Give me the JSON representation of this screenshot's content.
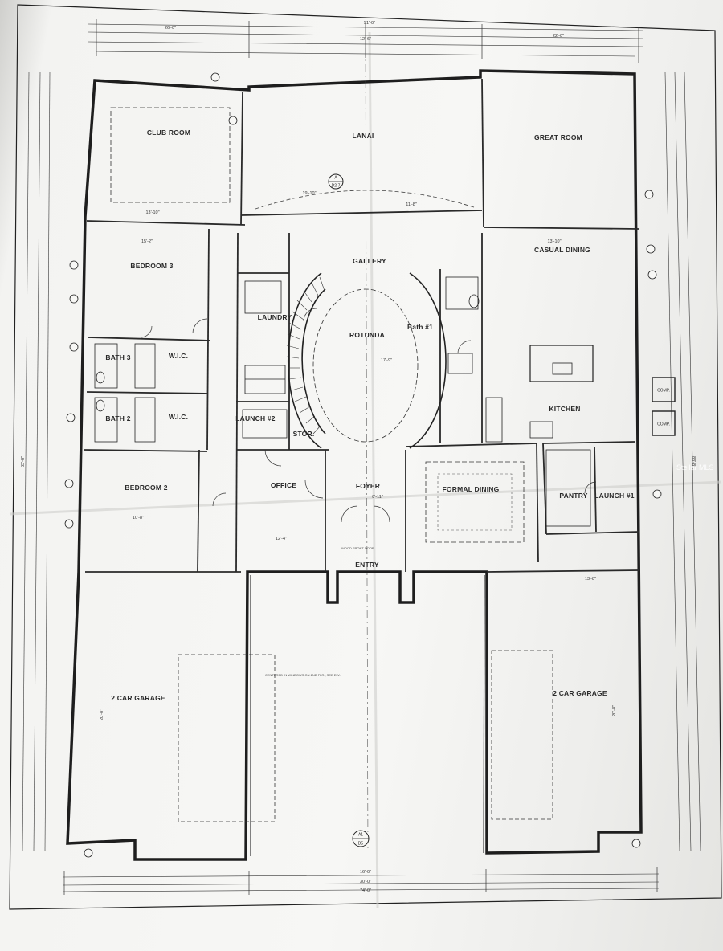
{
  "rooms": {
    "club_room": "CLUB ROOM",
    "lanai": "LANAI",
    "great_room": "GREAT ROOM",
    "bedroom3": "BEDROOM 3",
    "gallery": "GALLERY",
    "casual_dining": "CASUAL DINING",
    "laundry": "LAUNDRY",
    "rotunda": "ROTUNDA",
    "bath1": "Bath #1",
    "bath3": "BATH 3",
    "wic_top": "W.I.C.",
    "bath2": "BATH 2",
    "wic_bottom": "W.I.C.",
    "launch2": "LAUNCH #2",
    "kitchen": "KITCHEN",
    "stor": "STOR.",
    "bedroom2": "BEDROOM 2",
    "office": "OFFICE",
    "foyer": "FOYER",
    "formal_dining": "FORMAL DINING",
    "pantry": "PANTRY",
    "launch1": "LAUNCH #1",
    "entry": "ENTRY",
    "garage_left": "2 CAR GARAGE",
    "garage_right": "2 CAR GARAGE"
  },
  "dimensions": {
    "top_overall": "51'-0\"",
    "top_left": "26'-0\"",
    "top_center": "12'-6\"",
    "top_right": "22'-0\"",
    "bottom_overall": "74'-0\"",
    "bottom_center": "30'-0\"",
    "bottom_mid": "16'-0\"",
    "left_overall": "83'-8\"",
    "right_overall": "83'-8\"",
    "club_room_width": "13'-10\"",
    "lanai_width": "19'-10\"",
    "lanai_right": "11'-8\"",
    "bedroom3_width": "15'-2\"",
    "bedroom2_width": "10'-8\"",
    "casual_dining_width": "13'-10\"",
    "office_width": "12'-4\"",
    "foyer_width": "8'-11\"",
    "garage_left_depth": "20'-8\"",
    "garage_right_depth": "20'-8\"",
    "garage_right_width": "13'-8\"",
    "rotunda_depth": "17'-9\""
  },
  "tags": {
    "section_top_num": "A",
    "section_top_ref": "D2-7",
    "section_bottom_num": "A1",
    "section_bottom_ref": "D5",
    "comp1": "COMP.",
    "comp2": "COMP."
  },
  "notes": {
    "entry_note": "WOOD FRONT DOOR",
    "garage_note": "CENTERED IN WINDOWS ON 2ND FLR., SEE ELV."
  },
  "watermark": "Stellar MLS"
}
